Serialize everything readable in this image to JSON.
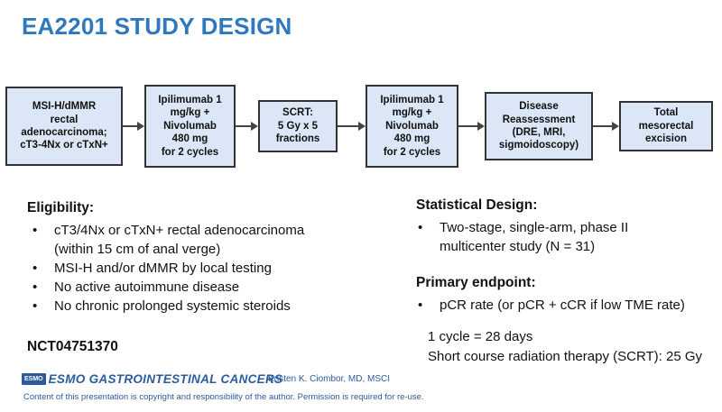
{
  "title": "EA2201 STUDY DESIGN",
  "flow": {
    "boxes": [
      "MSI-H/dMMR\nrectal\nadenocarcinoma;\ncT3-4Nx or cTxN+",
      "Ipilimumab 1\nmg/kg +\nNivolumab\n480 mg\nfor 2 cycles",
      "SCRT:\n5 Gy x 5\nfractions",
      "Ipilimumab 1\nmg/kg +\nNivolumab\n480 mg\nfor 2 cycles",
      "Disease\nReassessment\n(DRE, MRI,\nsigmoidoscopy)",
      "Total\nmesorectal\nexcision"
    ]
  },
  "eligibility": {
    "heading": "Eligibility:",
    "items": [
      "cT3/4Nx or cTxN+ rectal adenocarcinoma",
      "MSI-H and/or dMMR by local testing",
      "No active autoimmune disease",
      "No chronic prolonged systemic steroids"
    ],
    "item0_note": "(within 15 cm of anal verge)"
  },
  "statistical_design": {
    "heading": "Statistical Design:",
    "item_line1": "Two-stage, single-arm, phase II",
    "item_line2": "multicenter study (N = 31)"
  },
  "primary_endpoint": {
    "heading": "Primary endpoint:",
    "item": "pCR rate (or pCR + cCR if low TME rate)"
  },
  "notes": {
    "cycle": "1 cycle = 28 days",
    "scrt": "Short course radiation therapy (SCRT): 25 Gy"
  },
  "trial_id": "NCT04751370",
  "footer": {
    "logo_badge": "ESMO",
    "logo_text": "ESMO GASTROINTESTINAL CANCERS",
    "author": "Kristen K. Ciombor, MD, MSCI",
    "copyright": "Content of this presentation is copyright and responsibility of the author. Permission is required for re-use."
  },
  "colors": {
    "title": "#2e78bd",
    "box_fill": "#dbe7f6",
    "box_border": "#333333",
    "footer": "#2b5b9c"
  }
}
